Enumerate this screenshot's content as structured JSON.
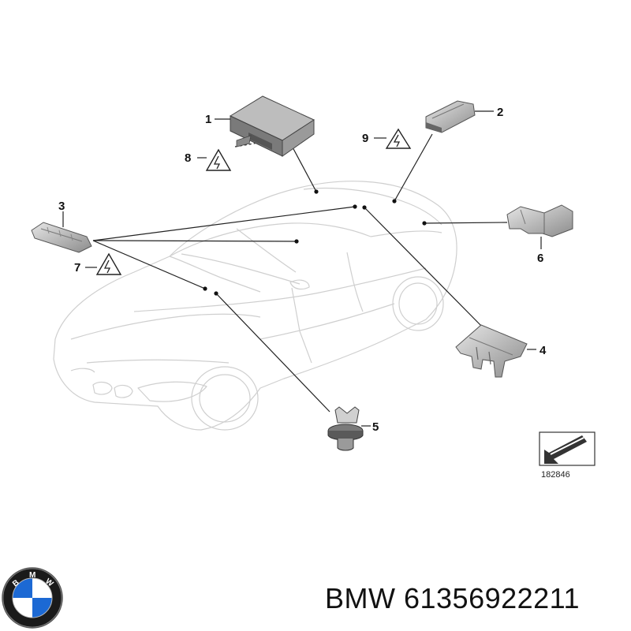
{
  "callouts": {
    "c1": "1",
    "c2": "2",
    "c3": "3",
    "c4": "4",
    "c5": "5",
    "c6": "6",
    "c7": "7",
    "c8": "8",
    "c9": "9"
  },
  "reference_number": "182846",
  "brand_title": "BMW 61356922211",
  "logo": {
    "letters": "BMW",
    "colors": {
      "blue": "#1c69d4",
      "ring": "#1a1a1a",
      "white": "#ffffff"
    }
  },
  "icons": [
    "control-unit",
    "sensor-bracket",
    "antenna-module",
    "clip-fastener",
    "warning-esd-icon",
    "direction-arrow-icon"
  ]
}
